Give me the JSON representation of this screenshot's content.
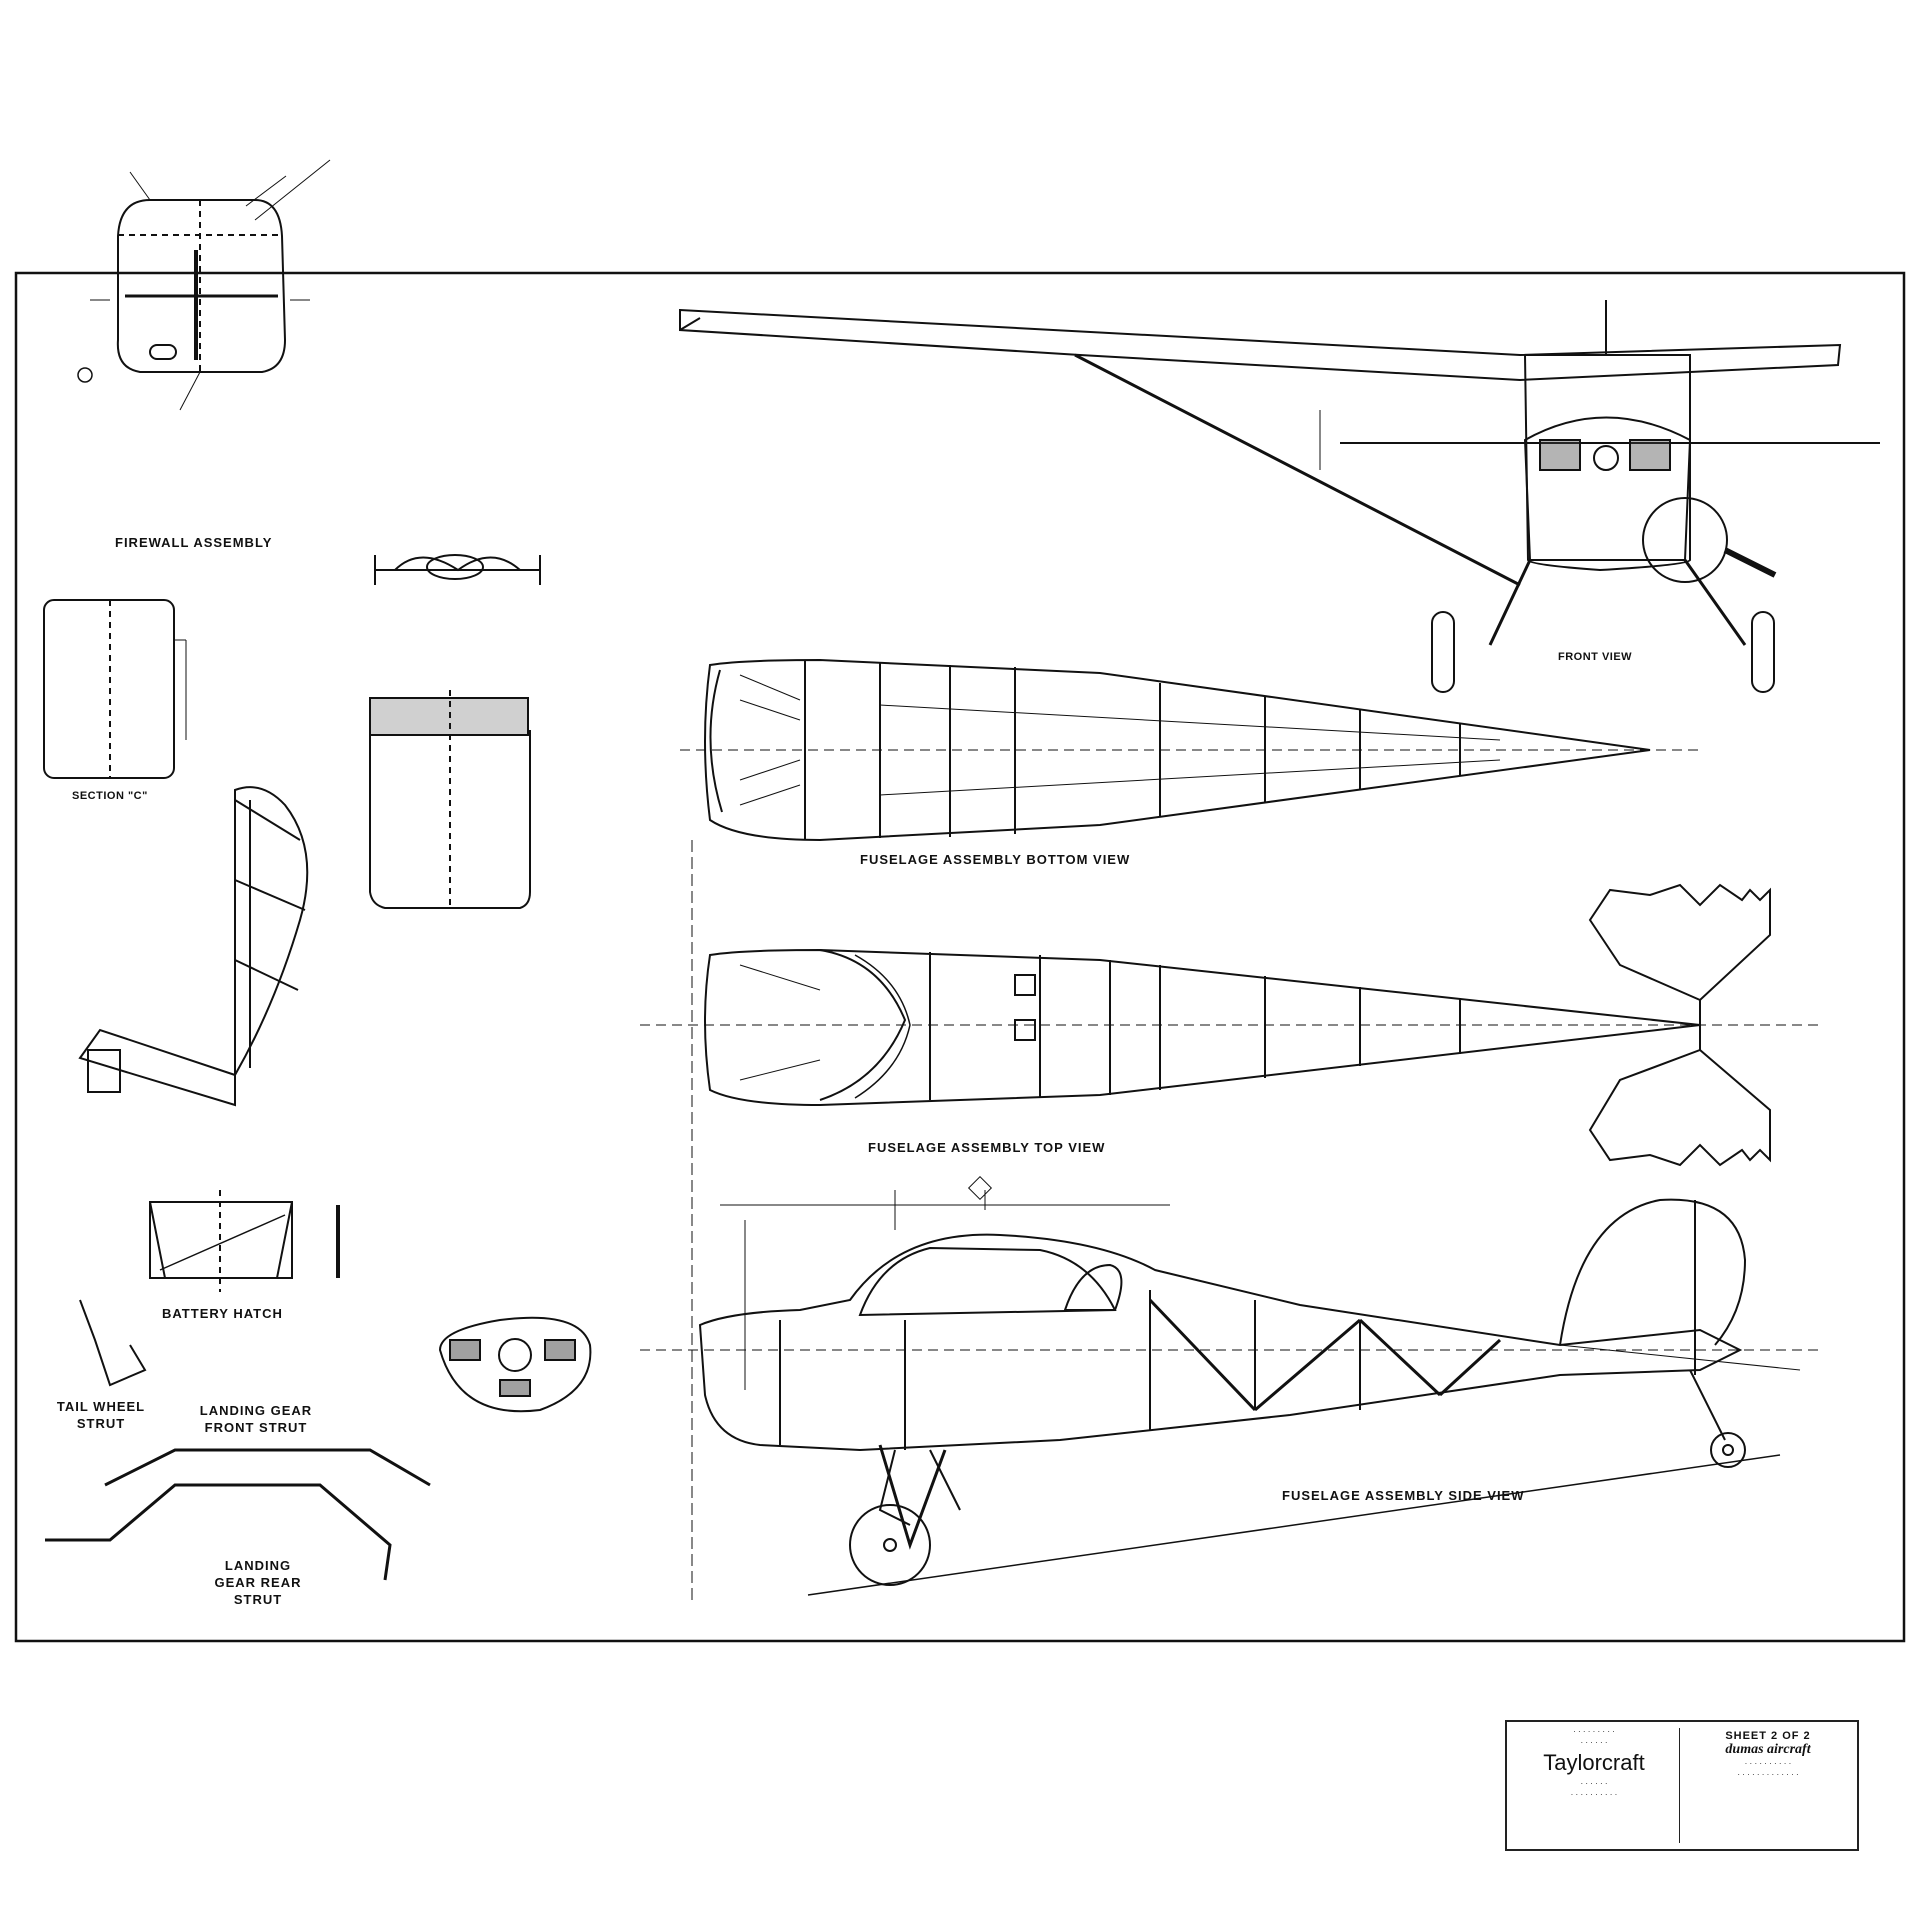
{
  "views": {
    "firewall": "FIREWALL ASSEMBLY",
    "section": "SECTION \"C\"",
    "battery_hatch": "BATTERY HATCH",
    "tail_wheel_strut": "TAIL WHEEL STRUT",
    "front_strut": "LANDING GEAR FRONT STRUT",
    "rear_strut": "LANDING GEAR REAR STRUT",
    "front_view": "FRONT VIEW",
    "bottom_view": "FUSELAGE ASSEMBLY BOTTOM VIEW",
    "top_view": "FUSELAGE ASSEMBLY TOP VIEW",
    "side_view": "FUSELAGE ASSEMBLY SIDE VIEW"
  },
  "title_block": {
    "aircraft": "Taylorcraft",
    "sheet": "SHEET 2 OF 2",
    "company": "dumas aircraft"
  },
  "colors": {
    "ink": "#111111",
    "paper": "#ffffff"
  }
}
